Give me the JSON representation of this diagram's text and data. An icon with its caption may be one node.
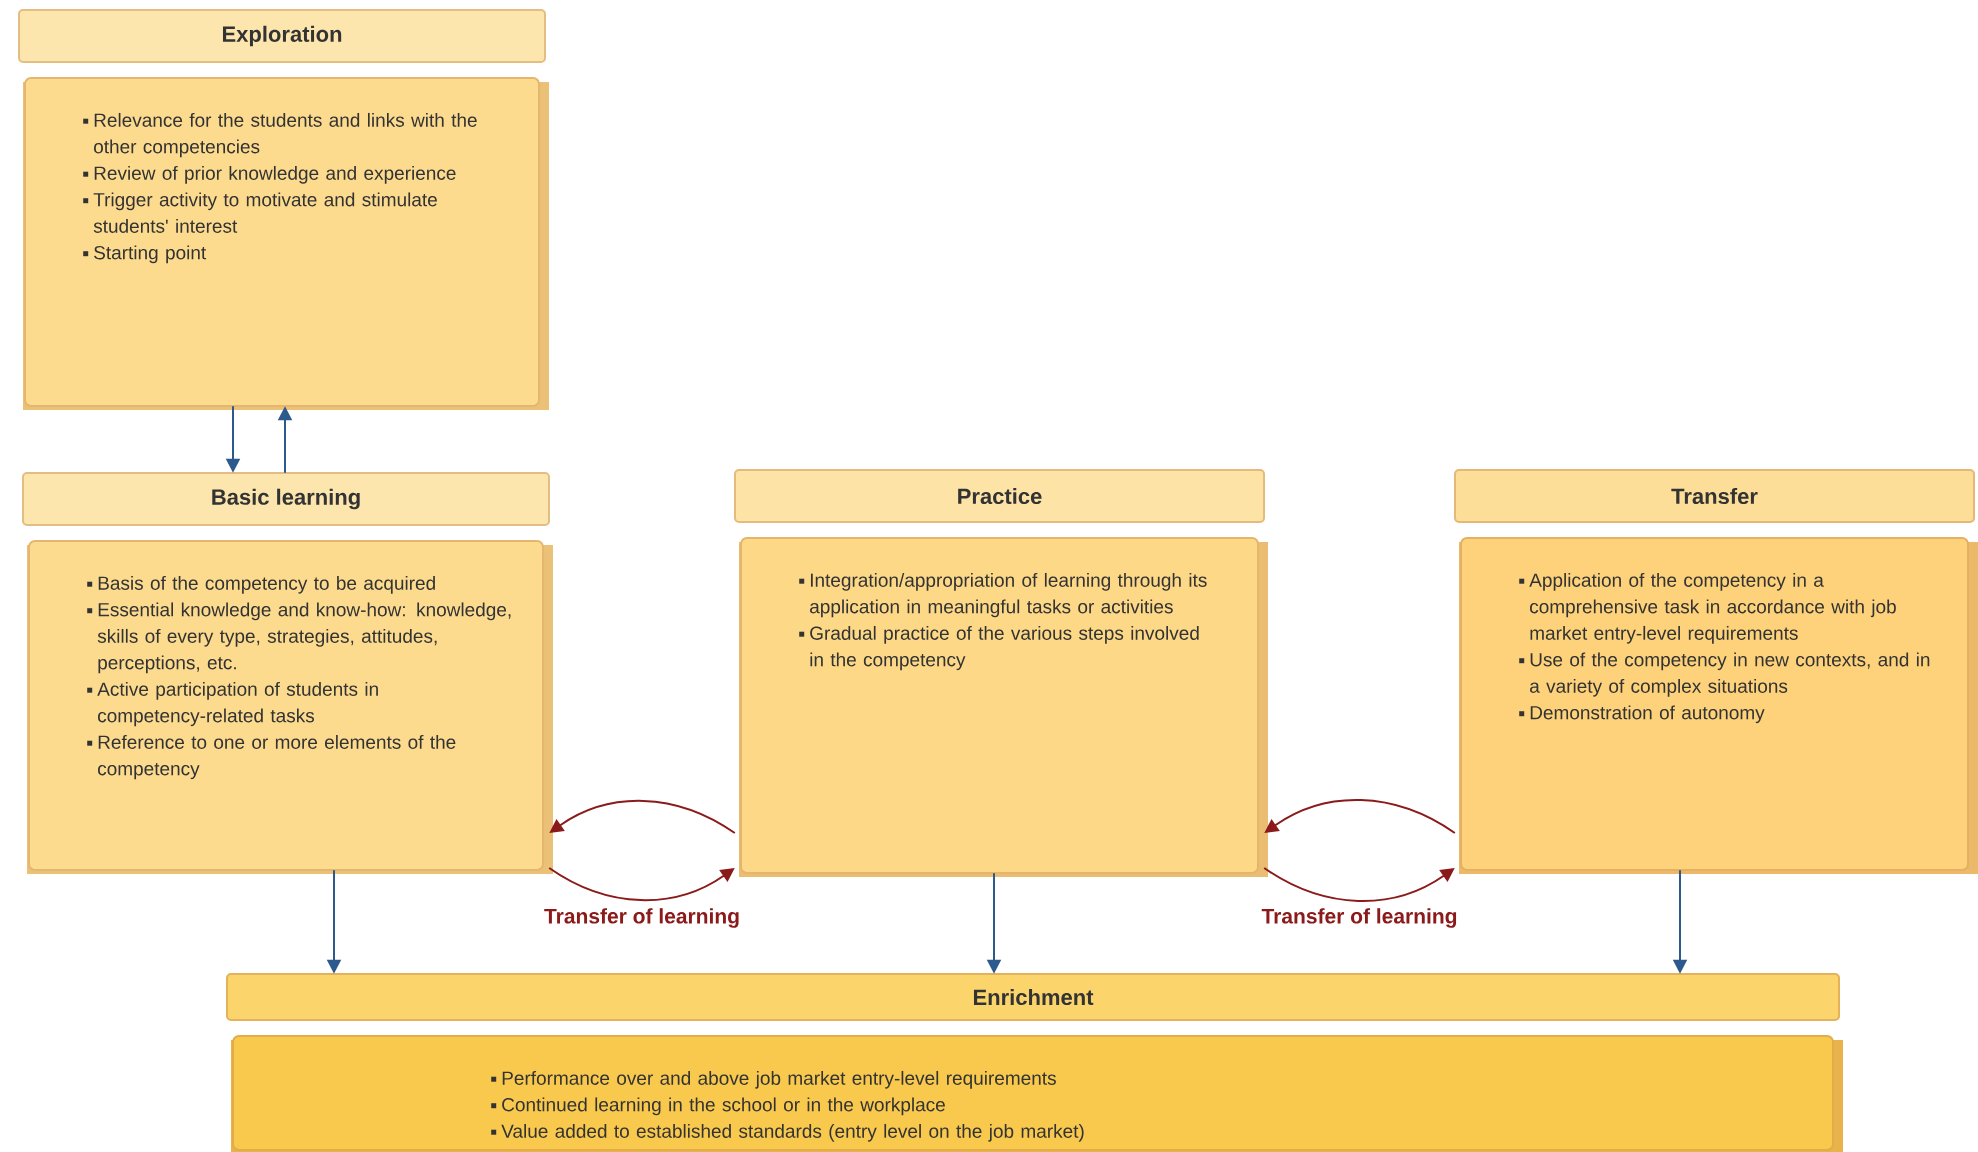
{
  "diagram": {
    "nodes": [
      {
        "text": [
          "Exploration",
          "Relevance for the students and links with the other competencies",
          "Review of prior knowledge and experience",
          "Trigger activity to motivate and stimulate students' interest",
          "Starting point"
        ]
      },
      {
        "text": [
          "Basic learning",
          "Basis of the competency to be acquired",
          "Essential knowledge and know-how: knowledge, skills of every type, strategies, attitudes, perceptions, etc.",
          "Active participation of students in competency-related tasks",
          "Reference to one or more elements of the competency"
        ]
      },
      {
        "text": [
          "Practice",
          "Integration/appropriation of learning through its application in meaningful tasks or activities",
          "Gradual practice of the various steps involved in the competency"
        ]
      },
      {
        "text": [
          "Transfer",
          "Application of the competency in a comprehensive task in accordance with job market entry-level requirements",
          "Use of the competency in new contexts, and in a variety of complex situations",
          "Demonstration of autonomy"
        ]
      },
      {
        "text": [
          "Enrichment",
          "Performance over and above job market entry-level requirements",
          "Continued learning in the school or in the workplace",
          "Value added to established standards (entry level on the job market)"
        ]
      }
    ],
    "edges": [
      {
        "from": 0,
        "to": 1,
        "arrow": "to"
      },
      {
        "from": 1,
        "to": 0,
        "arrow": "to"
      },
      {
        "from": 2,
        "to": 1,
        "arrow": "to",
        "color": "#8b1a1a"
      },
      {
        "from": 1,
        "to": 2,
        "arrow": "to",
        "color": "#8b1a1a",
        "label": "Transfer of learning"
      },
      {
        "from": 3,
        "to": 2,
        "arrow": "to",
        "color": "#8b1a1a"
      },
      {
        "from": 2,
        "to": 3,
        "arrow": "to",
        "color": "#8b1a1a",
        "label": "Transfer of learning"
      },
      {
        "from": 1,
        "to": 4,
        "arrow": "to"
      },
      {
        "from": 2,
        "to": 4,
        "arrow": "to"
      },
      {
        "from": 3,
        "to": 4,
        "arrow": "to"
      }
    ]
  }
}
